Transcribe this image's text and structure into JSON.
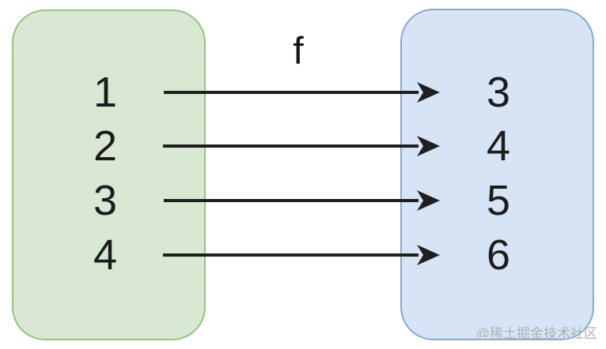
{
  "diagram": {
    "title": "function-mapping-diagram",
    "function_label": "f",
    "domain": {
      "values": [
        "1",
        "2",
        "3",
        "4"
      ]
    },
    "codomain": {
      "values": [
        "3",
        "4",
        "5",
        "6"
      ]
    },
    "mappings": [
      {
        "from": "1",
        "to": "3"
      },
      {
        "from": "2",
        "to": "4"
      },
      {
        "from": "3",
        "to": "5"
      },
      {
        "from": "4",
        "to": "6"
      }
    ],
    "colors": {
      "domain_fill": "#d9e8d3",
      "domain_border": "#94c47e",
      "codomain_fill": "#d6e4f6",
      "codomain_border": "#84aad2",
      "arrow": "#1f1f1f",
      "text": "#1c1c1c"
    }
  },
  "watermark": {
    "text": "@稀土掘金技术社区"
  }
}
